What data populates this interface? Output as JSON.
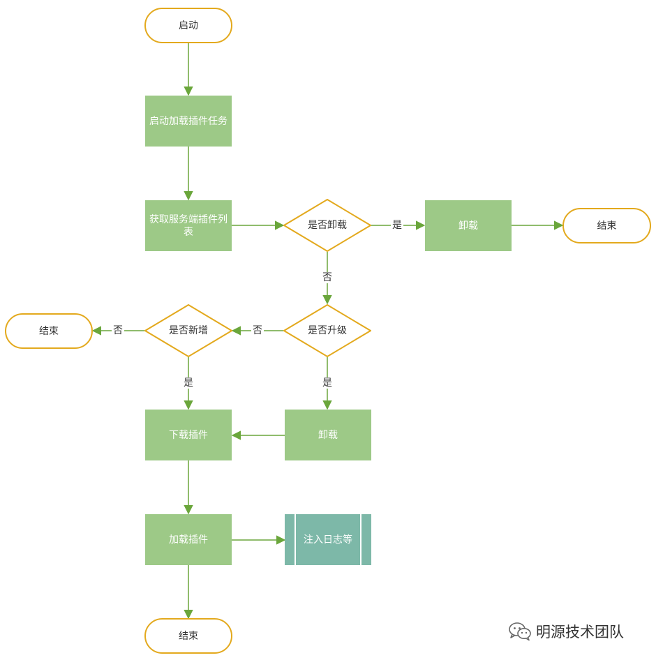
{
  "nodes": {
    "start": "启动",
    "start_task": "启动加载插件任务",
    "fetch_list": "获取服务端插件列表",
    "is_uninstall": "是否卸载",
    "uninstall_top": "卸载",
    "end_right": "结束",
    "is_upgrade": "是否升级",
    "is_new": "是否新增",
    "end_left": "结束",
    "uninstall_mid": "卸载",
    "download": "下载插件",
    "load": "加载插件",
    "inject_log": "注入日志等",
    "end_bottom": "结束"
  },
  "edge_labels": {
    "uninstall_yes": "是",
    "uninstall_no": "否",
    "upgrade_no": "否",
    "new_no": "否",
    "new_yes": "是",
    "upgrade_yes": "是"
  },
  "watermark": {
    "text": "明源技术团队",
    "icon": "wechat-icon"
  },
  "colors": {
    "terminal_border": "#e3a91d",
    "process_fill": "#9dc987",
    "subprocess_fill": "#7db8a8",
    "arrow": "#6aa63b"
  }
}
